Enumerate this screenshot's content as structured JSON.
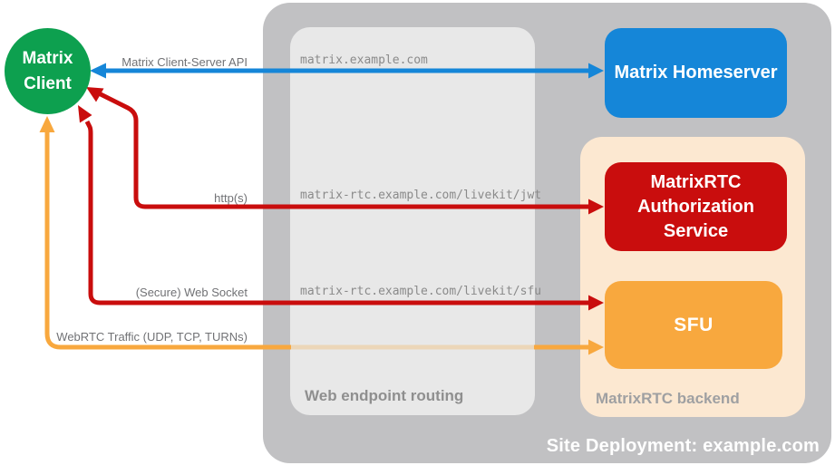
{
  "diagram": {
    "client": {
      "line1": "Matrix",
      "line2": "Client"
    },
    "site_container": {
      "label": "Site Deployment: example.com"
    },
    "routing_box": {
      "label": "Web endpoint routing",
      "endpoints": [
        "matrix.example.com",
        "matrix-rtc.example.com/livekit/jwt",
        "matrix-rtc.example.com/livekit/sfu"
      ]
    },
    "backend_box": {
      "label": "MatrixRTC backend",
      "auth_service_label": "MatrixRTC Authorization Service",
      "sfu_label": "SFU"
    },
    "homeserver": {
      "label": "Matrix Homeserver"
    },
    "arrows": {
      "client_server_api_label": "Matrix Client-Server API",
      "https_label": "http(s)",
      "websocket_label": "(Secure) Web Socket",
      "webrtc_label": "WebRTC Traffic (UDP, TCP, TURNs)"
    },
    "colors": {
      "client_green": "#0DA04F",
      "homeserver_blue": "#1586D8",
      "auth_red": "#C90D0D",
      "sfu_orange": "#F8A83E",
      "backend_peach": "#FCE8D1",
      "site_gray": "#C1C1C3",
      "routing_gray": "#E8E8E8"
    }
  }
}
